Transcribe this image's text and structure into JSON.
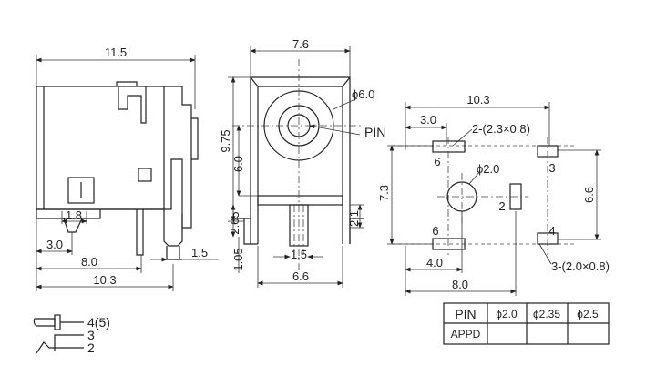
{
  "side_view": {
    "dims": {
      "width_total": "11.5",
      "d_1_8": "1.8",
      "d_3_0": "3.0",
      "d_8_0": "8.0",
      "d_10_3": "10.3",
      "d_1_5": "1.5"
    }
  },
  "front_view": {
    "dims": {
      "width": "7.6",
      "phi": "ϕ6.0",
      "pin": "PIN",
      "height_975": "9.75",
      "height_60": "6.0",
      "height_265": "2.65",
      "height_105": "1.05",
      "d_21": "2.1",
      "d_15": "1.5",
      "d_66": "6.6"
    }
  },
  "footprint": {
    "dims": {
      "d_103": "10.3",
      "d_30": "3.0",
      "slot_a": "2-(2.3×0.8)",
      "hole": "ϕ2.0",
      "d_73": "7.3",
      "d_66": "6.6",
      "d_40": "4.0",
      "d_80": "8.0",
      "slot_b": "3-(2.0×0.8)"
    },
    "pins": [
      "6",
      "3",
      "2",
      "6",
      "4"
    ]
  },
  "legend": {
    "items": [
      "4(5)",
      "3",
      "2"
    ]
  },
  "pin_table": {
    "header": [
      "PIN",
      "ϕ2.0",
      "ϕ2.35",
      "ϕ2.5"
    ],
    "row_label": "APPD"
  }
}
